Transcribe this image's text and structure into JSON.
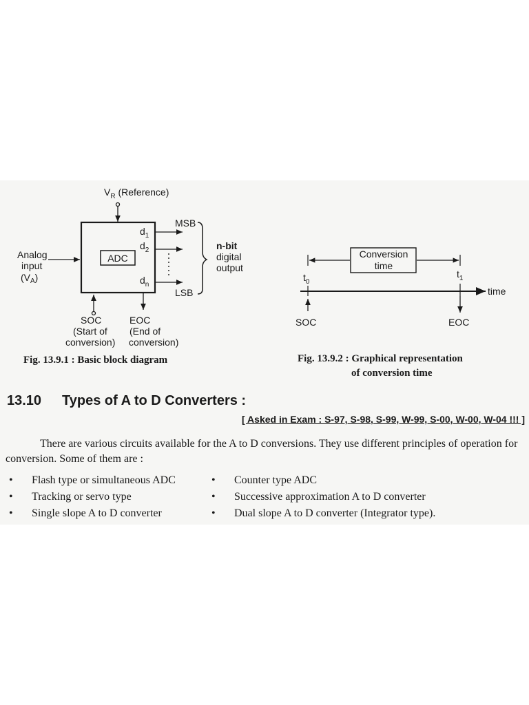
{
  "fig1": {
    "ref_label": "V",
    "ref_sub": "R",
    "ref_suffix": " (Reference)",
    "adc_label": "ADC",
    "input_line1": "Analog",
    "input_line2": "input",
    "input_line3_pre": "(V",
    "input_line3_sub": "A",
    "input_line3_post": ")",
    "d1": "d",
    "d1_sub": "1",
    "d2": "d",
    "d2_sub": "2",
    "dn": "d",
    "dn_sub": "n",
    "msb": "MSB",
    "lsb": "LSB",
    "output_line1": "n-bit",
    "output_line2": "digital",
    "output_line3": "output",
    "soc": "SOC",
    "soc_line2": "(Start of",
    "soc_line3": "conversion)",
    "eoc": "EOC",
    "eoc_line2": "(End of",
    "eoc_line3": "conversion)",
    "caption": "Fig. 13.9.1 : Basic block diagram"
  },
  "fig2": {
    "box_line1": "Conversion",
    "box_line2": "time",
    "t0": "t",
    "t0_sub": "0",
    "t1": "t",
    "t1_sub": "1",
    "time": "time",
    "soc": "SOC",
    "eoc": "EOC",
    "caption_line1": "Fig. 13.9.2 :  Graphical representation",
    "caption_line2": "of conversion time"
  },
  "section": {
    "number": "13.10",
    "title": "Types of A to D Converters :",
    "asked": "[ Asked in Exam : S-97, S-98, S-99, W-99, S-00, W-00, W-04 !!! ]",
    "paragraph": "There are various circuits available for the A to D conversions. They use different principles of operation for conversion. Some of them are :"
  },
  "bullets_left": [
    "Flash type or simultaneous ADC",
    "Tracking or servo type",
    "Single slope A to D converter"
  ],
  "bullets_right": [
    "Counter type ADC",
    "Successive approximation A to D converter",
    "Dual slope A to D converter (Integrator type)."
  ],
  "bullet_symbol": "•"
}
